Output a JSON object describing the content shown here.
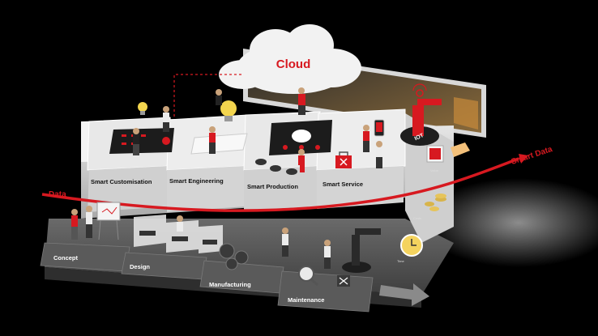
{
  "cloud": {
    "label": "Cloud"
  },
  "flows": {
    "data_label": "Data",
    "smart_data_label": "Smart Data"
  },
  "smart_modules": [
    {
      "label": "Smart Customisation"
    },
    {
      "label": "Smart Engineering"
    },
    {
      "label": "Smart Production"
    },
    {
      "label": "Smart Service"
    }
  ],
  "phases": [
    {
      "label": "Concept"
    },
    {
      "label": "Design"
    },
    {
      "label": "Manufacturing"
    },
    {
      "label": "Maintenance"
    }
  ],
  "side_items": [
    {
      "label": "Value"
    },
    {
      "label": "Costs"
    },
    {
      "label": "Time"
    }
  ],
  "devices": {
    "iot_label": "IOT"
  },
  "colors": {
    "accent": "#d71920",
    "platform_top": "#f4f4f4",
    "platform_side": "#bdbdbd",
    "base_dark": "#5c5c5c",
    "background": "#000000"
  }
}
